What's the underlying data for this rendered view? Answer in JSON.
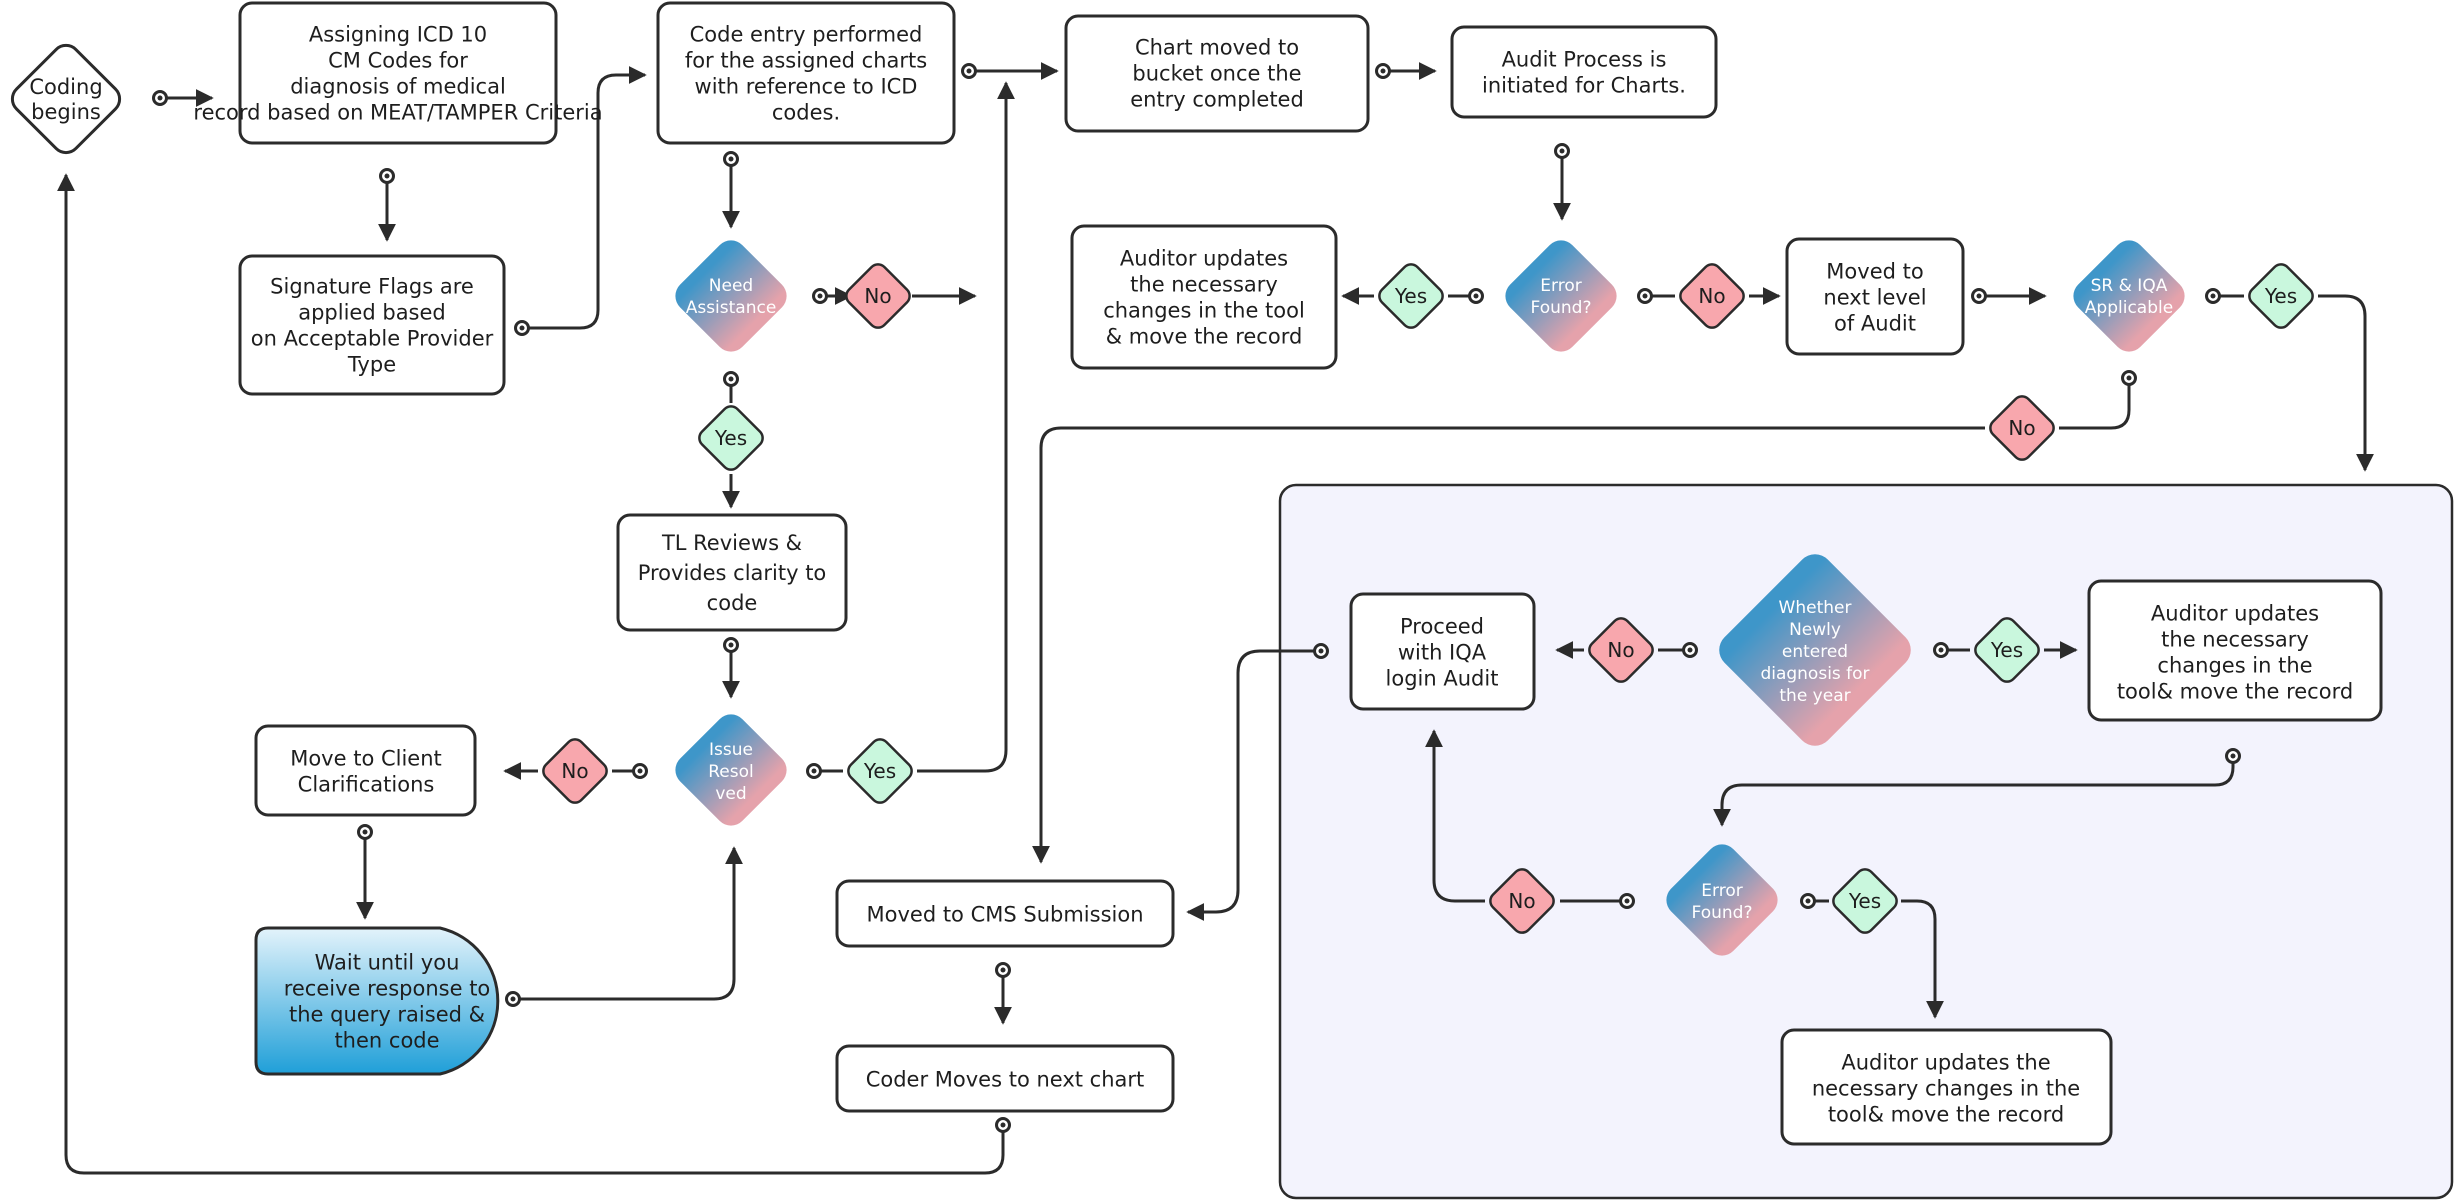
{
  "nodes": {
    "start": "Coding begins",
    "assign_icd": "Assigning ICD 10 CM Codes for diagnosis of medical record based on MEAT/TAMPER Criteria",
    "signature_flags": "Signature Flags are applied based on Acceptable Provider Type",
    "code_entry": "Code entry performed for the assigned charts with reference to ICD codes.",
    "need_assistance": "Need Assistance",
    "tl_reviews": "TL Reviews & Provides clarity to code",
    "issue_resolved": "Issue Resolved",
    "client_clarifications": "Move to Client Clarifications",
    "wait_response": "Wait until you receive response to the query raised & then code",
    "chart_bucket": "Chart moved to bucket once the entry completed",
    "audit_initiated": "Audit Process is initiated for Charts.",
    "error_found_1": "Error Found?",
    "auditor_updates_1": "Auditor updates the necessary changes in the tool & move the record",
    "next_level": "Moved to next level of Audit",
    "sr_iqa": "SR & IQA Applicable",
    "cms_submission": "Moved to CMS Submission",
    "next_chart": "Coder Moves to next chart",
    "newly_entered": "Whether Newly entered diagnosis for the year",
    "iqa_login": "Proceed with IQA login Audit",
    "auditor_updates_2": "Auditor updates the necessary changes in the tool& move the record",
    "error_found_2": "Error Found?",
    "auditor_updates_3": "Auditor updates the necessary changes in the tool& move the record"
  },
  "labels": {
    "yes": "Yes",
    "no": "No"
  },
  "colors": {
    "gradient_blue": "#3e96c9",
    "gradient_pink": "#e5a2ab",
    "yes_fill": "#c9f7dd",
    "no_fill": "#f8a7ad",
    "panel_fill": "#f3f3fd",
    "wait_gradient_top": "#e3f3fb",
    "wait_gradient_bottom": "#1f9fd8"
  }
}
